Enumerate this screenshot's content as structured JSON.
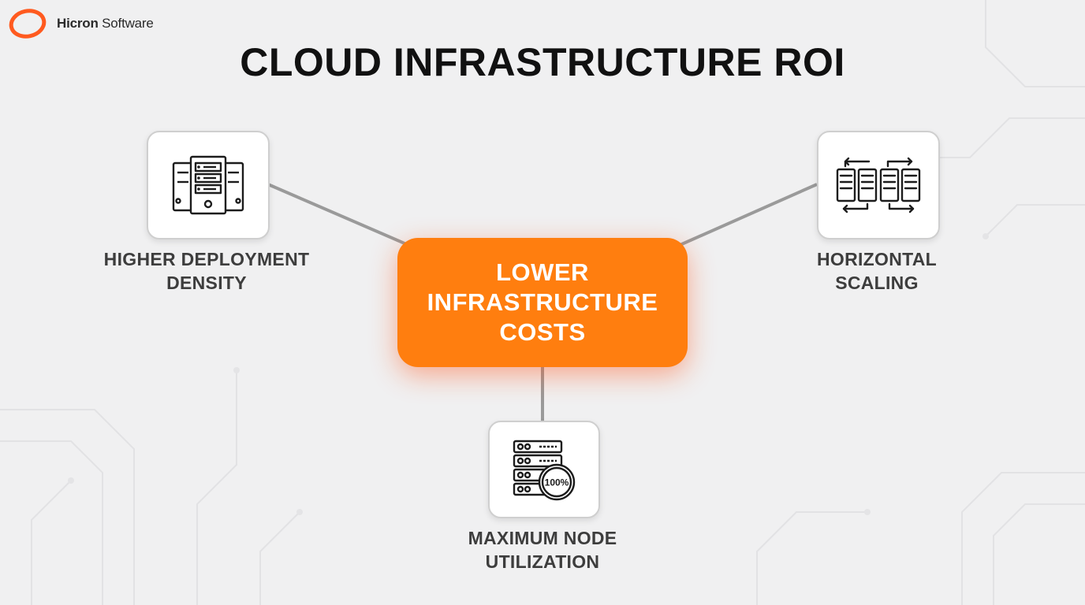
{
  "brand": {
    "name_bold": "Hicron",
    "name_regular": " Software",
    "accent": "#ff6a00"
  },
  "title": "CLOUD INFRASTRUCTURE ROI",
  "center": {
    "label": "LOWER\nINFRASTRUCTURE\nCOSTS",
    "color": "#ff7e0f"
  },
  "nodes": {
    "left": {
      "label": "HIGHER DEPLOYMENT\nDENSITY",
      "icon": "server-rack-cluster-icon"
    },
    "right": {
      "label": "HORIZONTAL\nSCALING",
      "icon": "horizontal-scaling-servers-icon"
    },
    "bottom": {
      "label": "MAXIMUM NODE\nUTILIZATION",
      "icon": "server-stack-100-percent-icon",
      "badge": "100%"
    }
  }
}
